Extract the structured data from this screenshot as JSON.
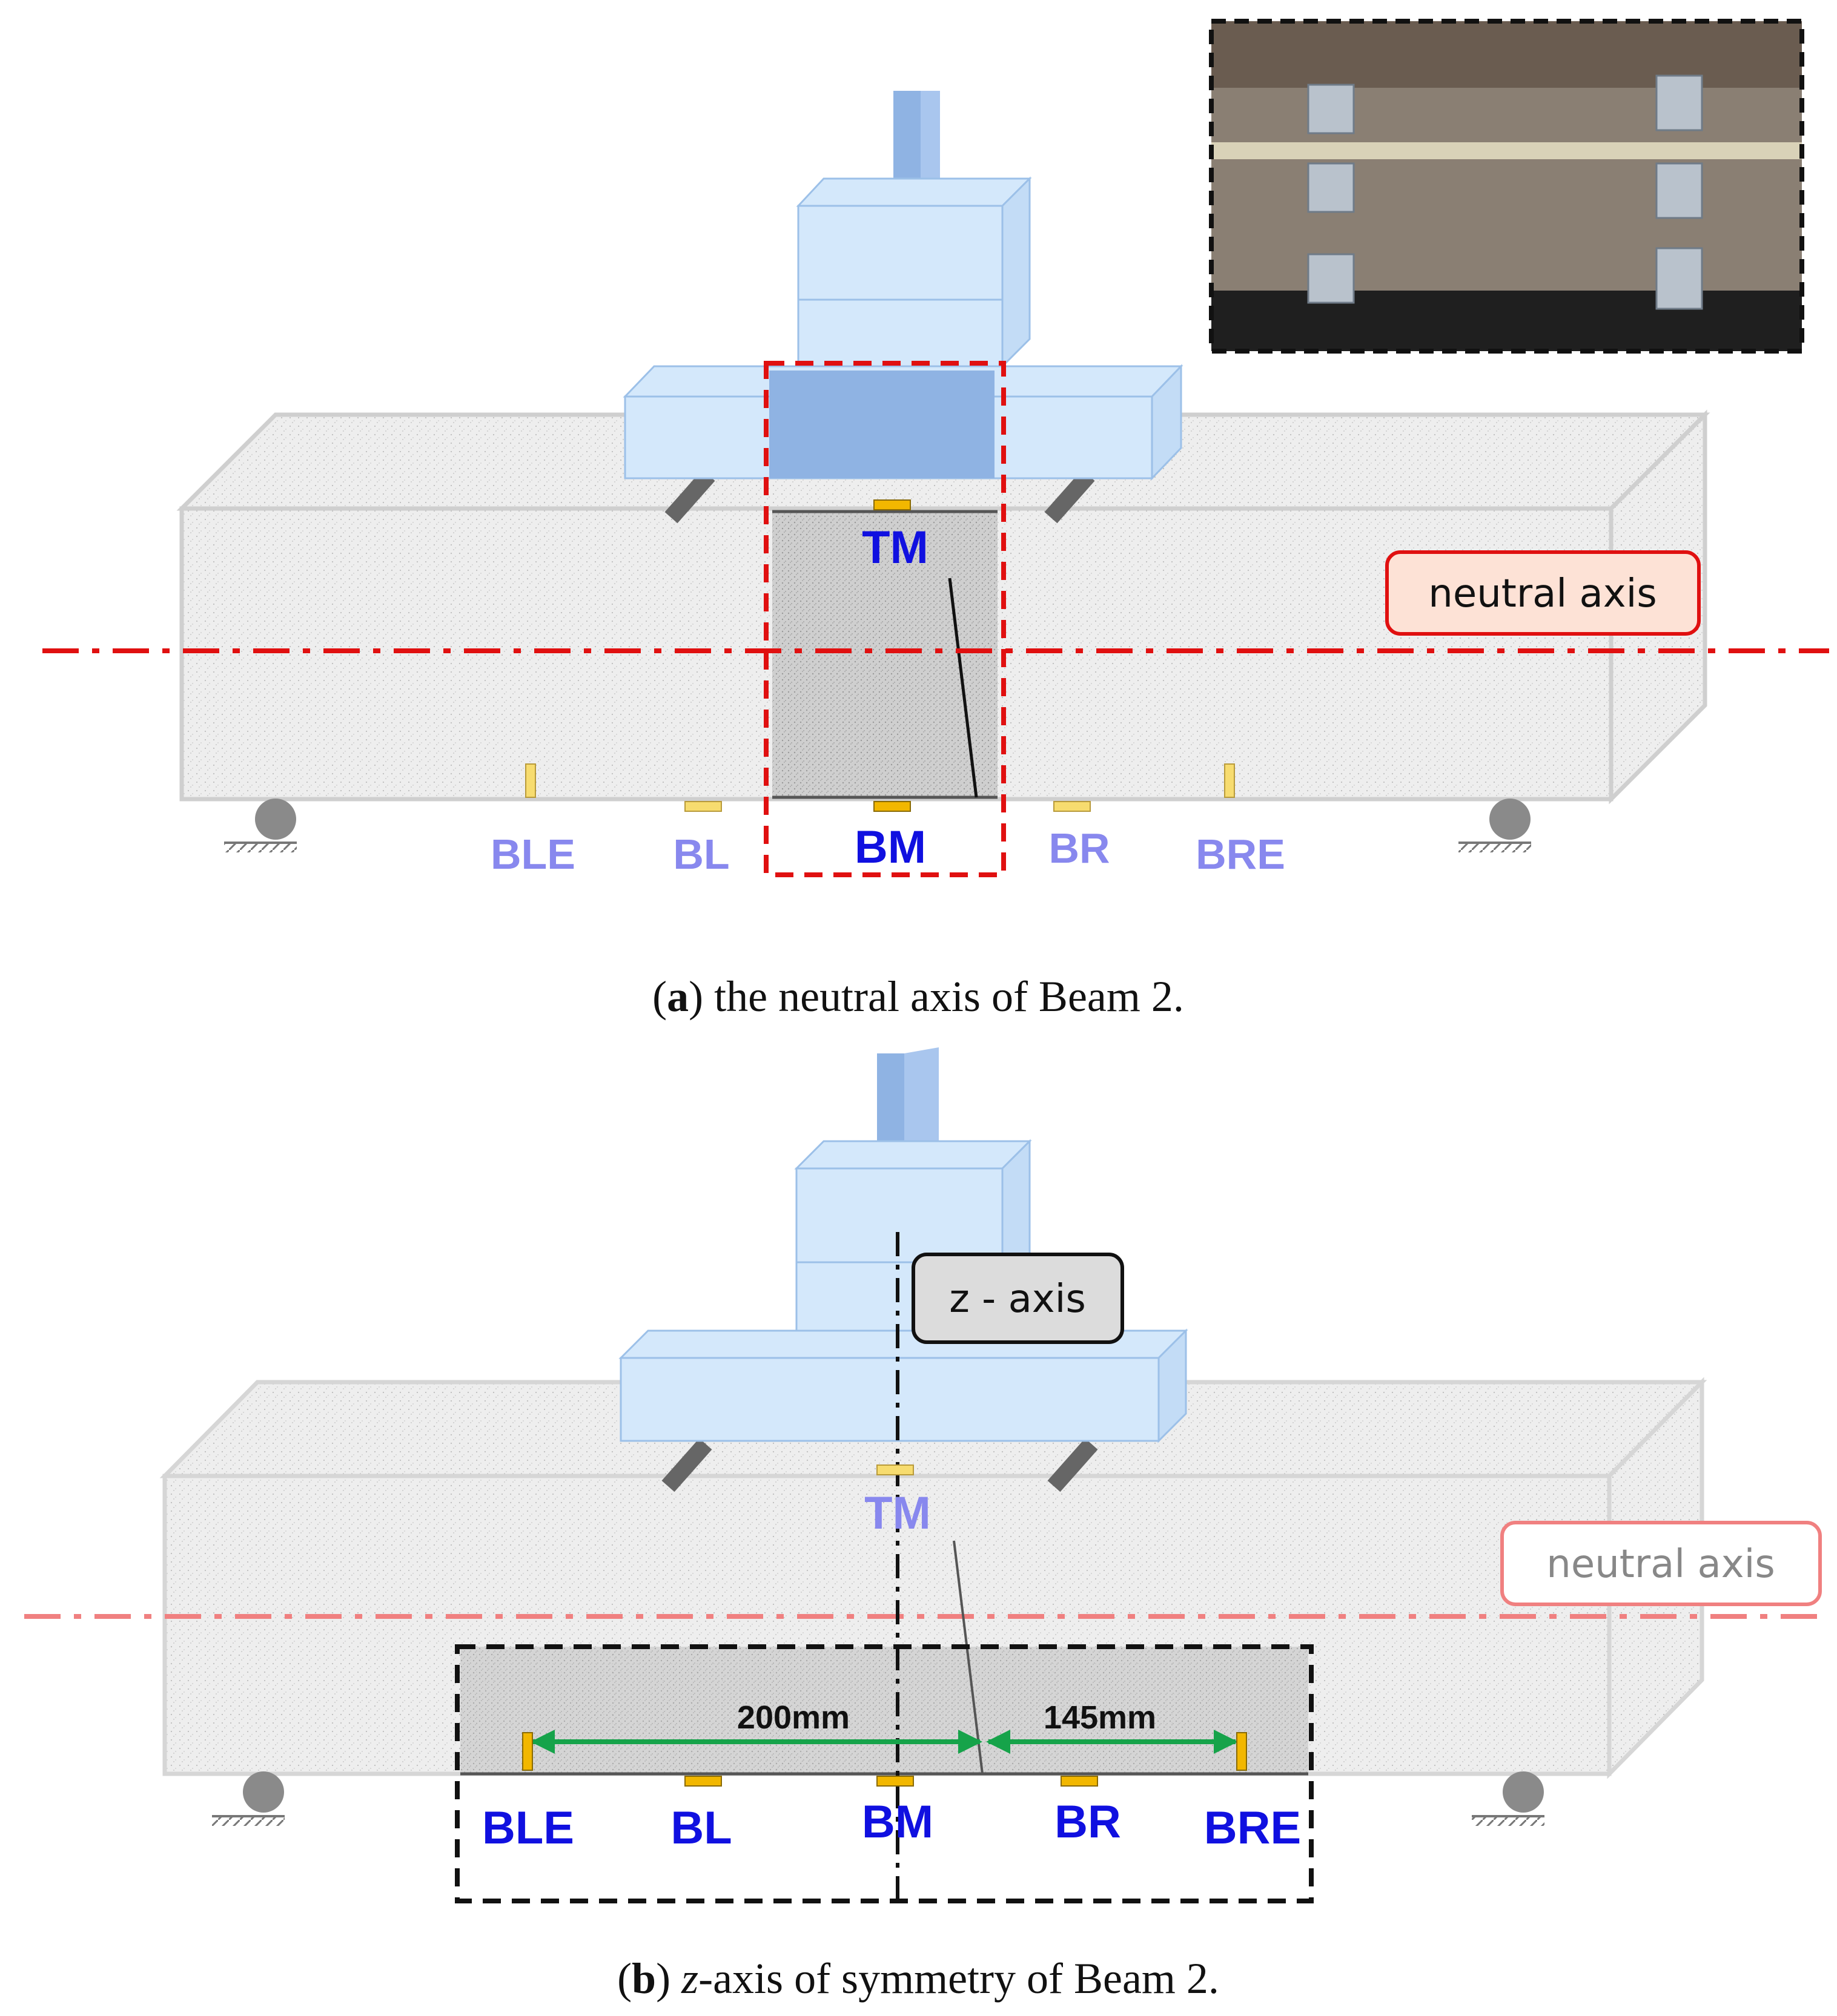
{
  "panel_a": {
    "labels": {
      "tm": "TM",
      "ble": "BLE",
      "bl": "BL",
      "bm": "BM",
      "br": "BR",
      "bre": "BRE"
    },
    "neutral_axis_label": "neutral axis",
    "caption_letter": "a",
    "caption_text": ") the neutral axis of Beam 2."
  },
  "panel_b": {
    "labels": {
      "tm": "TM",
      "ble": "BLE",
      "bl": "BL",
      "bm": "BM",
      "br": "BR",
      "bre": "BRE"
    },
    "neutral_axis_label": "neutral axis",
    "z_axis_label": "z - axis",
    "dim_left": "200mm",
    "dim_right": "145mm",
    "caption_letter": "b",
    "caption_italic": "z",
    "caption_text": "-axis of symmetry of Beam 2."
  },
  "colors": {
    "label_blue": "#1010e0",
    "label_faded": "#8888ee",
    "neutral_axis_red": "#e01010",
    "neutral_axis_pink": "#f08080",
    "gauge_orange": "#f2b700",
    "dimension_green": "#16a34a",
    "load_blue_light": "#d4e8fb",
    "load_blue_dark": "#8fb3e3"
  }
}
